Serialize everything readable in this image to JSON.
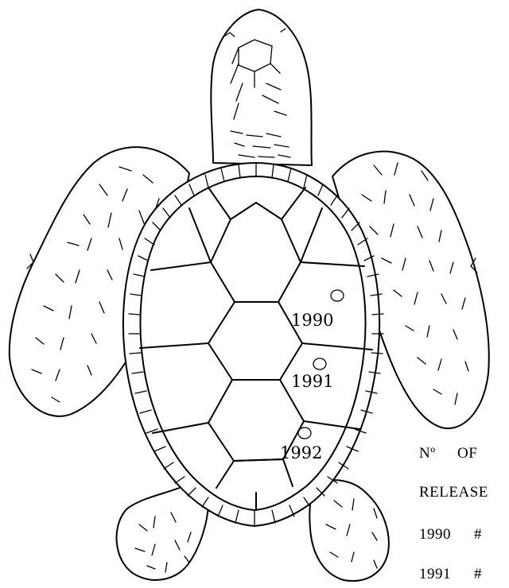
{
  "tags": {
    "tag_1990": "1990",
    "tag_1991": "1991",
    "tag_1992": "1992"
  },
  "legend": {
    "heading_left": "Nº",
    "heading_right": "OF",
    "subheading": "RELEASE",
    "rows": [
      {
        "year": "1990",
        "marker": "#"
      },
      {
        "year": "1991",
        "marker": "#"
      }
    ]
  }
}
